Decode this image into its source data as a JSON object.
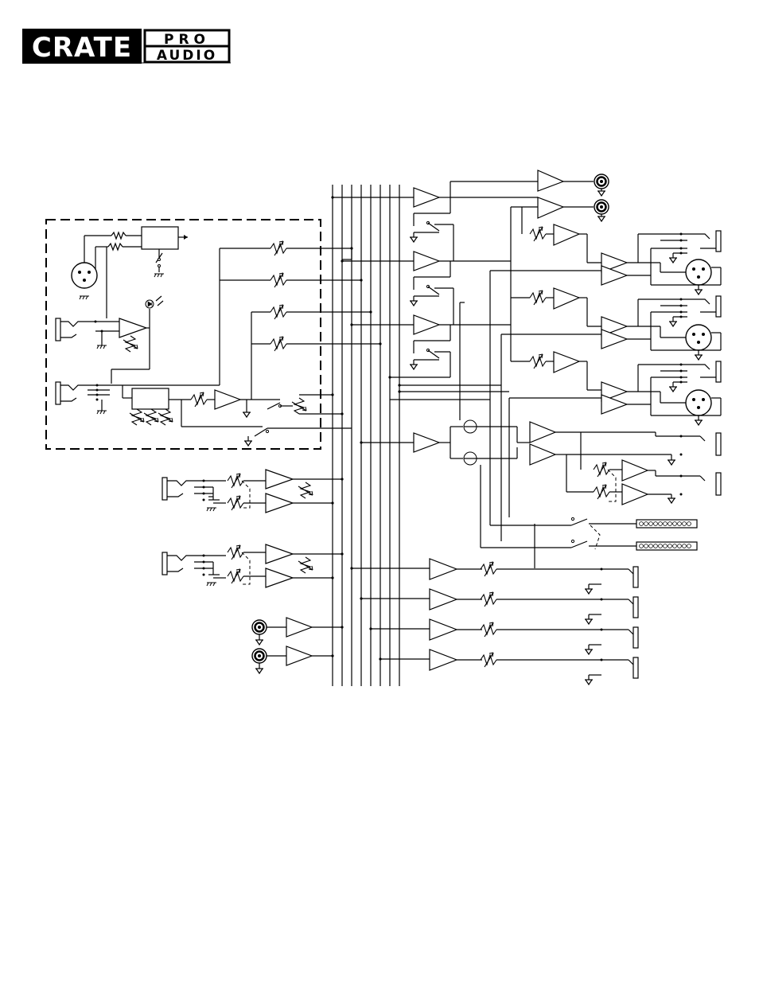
{
  "logo": {
    "brand": "CRATE",
    "sub_line1": "PRO",
    "sub_line2": "AUDIO"
  },
  "diagram": {
    "type": "block-diagram",
    "stroke_color": "#000000",
    "background": "#ffffff"
  }
}
